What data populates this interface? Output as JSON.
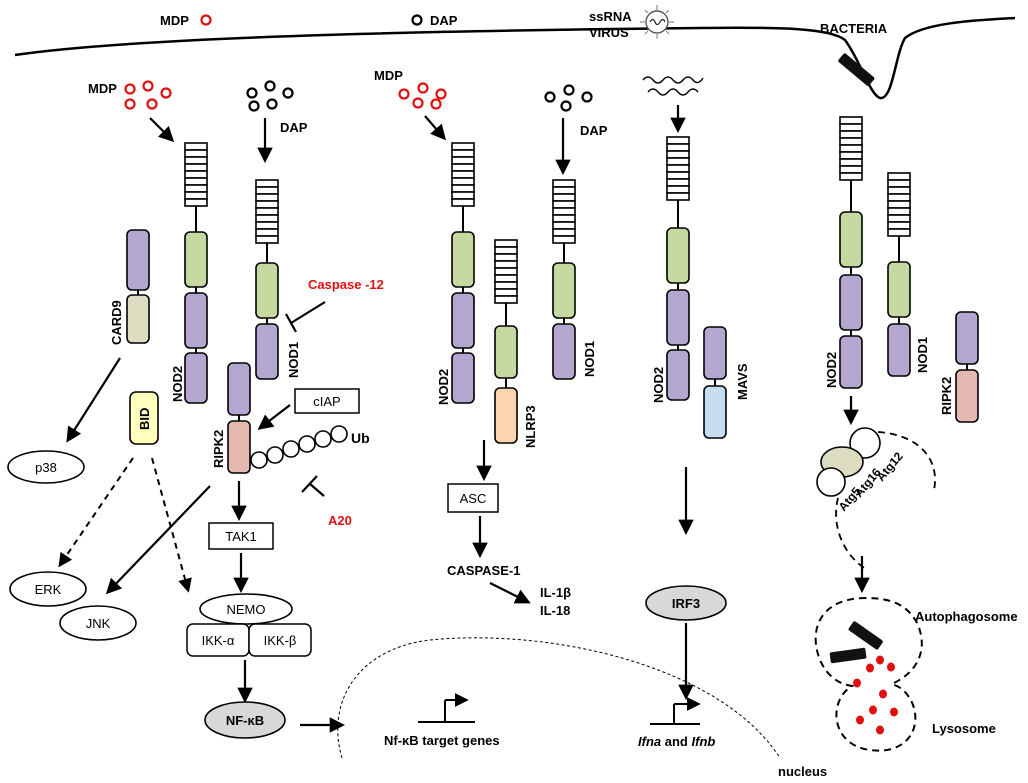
{
  "top": {
    "mdp": "MDP",
    "dap": "DAP",
    "ssrna": "ssRNA",
    "virus": "VIRUS",
    "bacteria": "BACTERIA"
  },
  "panel1": {
    "mdp": "MDP",
    "dap": "DAP",
    "card9": "CARD9",
    "nod2": "NOD2",
    "nod1": "NOD1",
    "caspase12": "Caspase -12",
    "ciap": "cIAP",
    "ub": "Ub",
    "ripk2": "RIPK2",
    "bid": "BID",
    "p38": "p38",
    "a20": "A20",
    "tak1": "TAK1",
    "erk": "ERK",
    "jnk": "JNK",
    "nemo": "NEMO",
    "ikka": "IKK-α",
    "ikkb": "IKK-β",
    "nfkb": "NF-κB",
    "target_genes": "Nf-κB target genes"
  },
  "panel2": {
    "mdp": "MDP",
    "dap": "DAP",
    "nod2": "NOD2",
    "nlrp3": "NLRP3",
    "nod1": "NOD1",
    "asc": "ASC",
    "caspase1": "CASPASE-1",
    "il1b": "IL-1β",
    "il18": "IL-18"
  },
  "panel3": {
    "nod2": "NOD2",
    "mavs": "MAVS",
    "irf3": "IRF3",
    "ifna": "Ifna",
    "and": "and",
    "ifnb": "Ifnb"
  },
  "panel4": {
    "nod2": "NOD2",
    "nod1": "NOD1",
    "ripk2": "RIPK2",
    "atg12": "Atg12",
    "atg16": "Atg16",
    "atg5": "Atg5",
    "autophagosome": "Autophagosome",
    "lysosome": "Lysosome"
  },
  "nucleus": "nucleus",
  "colors": {
    "lrr": "#ffffff",
    "nod_green": "#c6d9a0",
    "card_purple": "#b4a7cf",
    "card9_tan": "#dcdcc0",
    "bid_yellow": "#ffffc0",
    "ripk2_pink": "#e6b8b2",
    "nlrp3_peach": "#fcd5b0",
    "mavs_blue": "#c6dcf0",
    "grey_oval": "#d8d8d8",
    "red": "#e01010"
  }
}
